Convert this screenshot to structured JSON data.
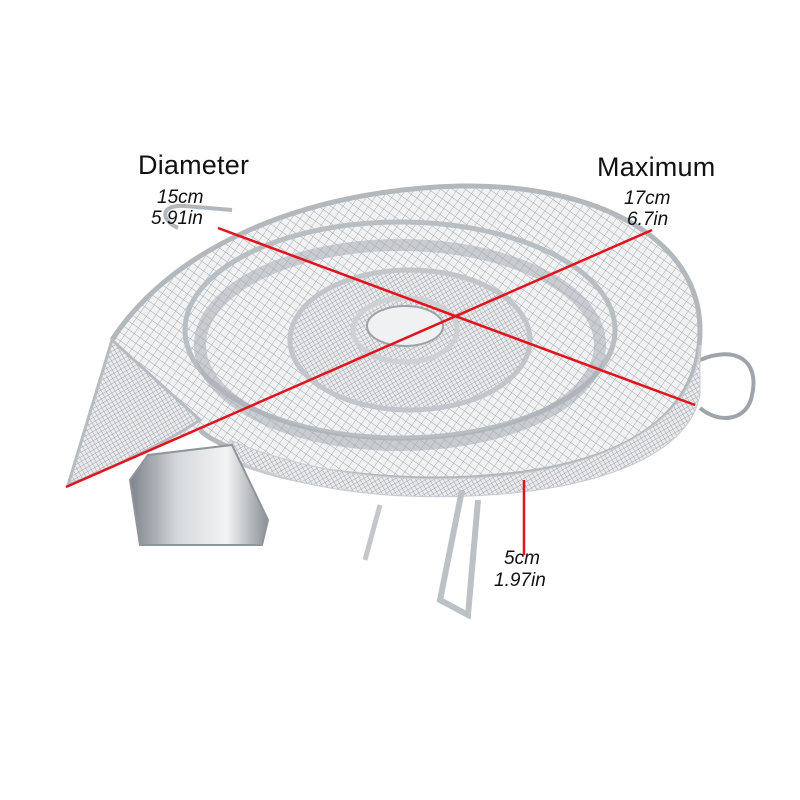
{
  "labels": {
    "diameter": {
      "title": "Diameter",
      "metric": "15cm",
      "imperial": "5.91in"
    },
    "maximum": {
      "title": "Maximum",
      "metric": "17cm",
      "imperial": "6.7in"
    },
    "height": {
      "metric": "5cm",
      "imperial": "1.97in"
    }
  },
  "colors": {
    "measure_line": "#e0141e",
    "mesh": "#9aa0a6",
    "rim": "#b9bec3",
    "metal_dark": "#6f757b",
    "background": "#ffffff"
  }
}
